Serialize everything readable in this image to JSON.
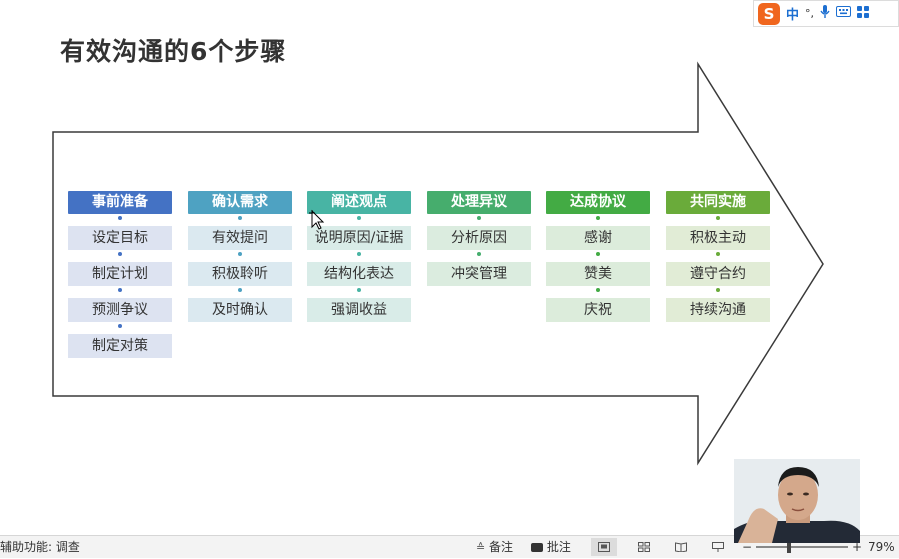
{
  "slide": {
    "title": "有效沟通的6个步骤",
    "columns": [
      {
        "header": "事前准备",
        "color": "#4472c4",
        "box_color": "#dde3f1",
        "items": [
          "设定目标",
          "制定计划",
          "预测争议",
          "制定对策"
        ]
      },
      {
        "header": "确认需求",
        "color": "#4ea2c2",
        "box_color": "#dbe9f0",
        "items": [
          "有效提问",
          "积极聆听",
          "及时确认"
        ]
      },
      {
        "header": "阐述观点",
        "color": "#48b4a4",
        "box_color": "#d9ece8",
        "items": [
          "说明原因/证据",
          "结构化表达",
          "强调收益"
        ]
      },
      {
        "header": "处理异议",
        "color": "#46ad6d",
        "box_color": "#dbecdf",
        "items": [
          "分析原因",
          "冲突管理"
        ]
      },
      {
        "header": "达成协议",
        "color": "#43ab44",
        "box_color": "#dcecdb",
        "items": [
          "感谢",
          "赞美",
          "庆祝"
        ]
      },
      {
        "header": "共同实施",
        "color": "#6aab3a",
        "box_color": "#e1ecd6",
        "items": [
          "积极主动",
          "遵守合约",
          "持续沟通"
        ]
      }
    ]
  },
  "ime": {
    "logo": "S",
    "mode": "中",
    "punct": "°,"
  },
  "statusbar": {
    "accessibility": "辅助功能: 调查",
    "notes_label": "备注",
    "comments_label": "批注",
    "zoom": "79%"
  }
}
